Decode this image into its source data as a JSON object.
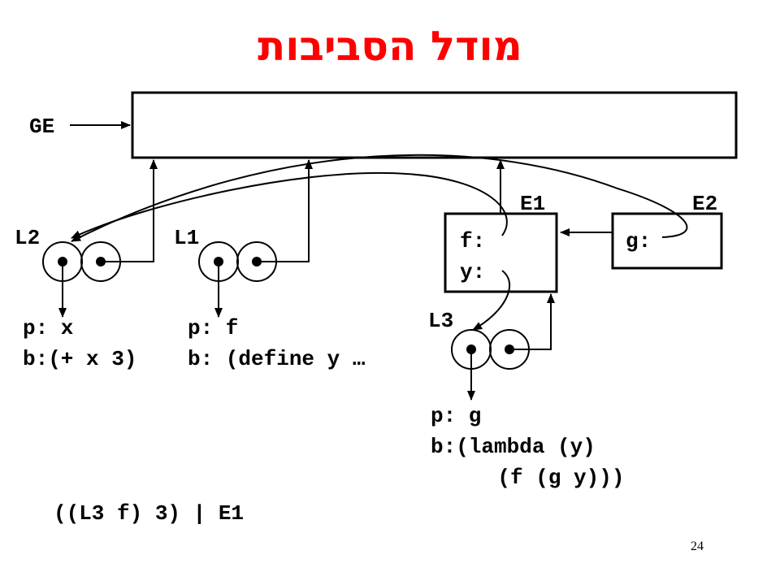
{
  "title": "מודל הסביבות",
  "page_number": "24",
  "labels": {
    "ge": "GE",
    "e1": "E1",
    "e2": "E2",
    "l1": "L1",
    "l2": "L2",
    "l3": "L3"
  },
  "frames": {
    "e1": {
      "bindings": [
        "f:",
        "y:"
      ]
    },
    "e2": {
      "bindings": [
        "g:"
      ]
    }
  },
  "closures": {
    "l2": {
      "params": "p: x",
      "body": "b:(+ x 3)"
    },
    "l1": {
      "params": "p: f",
      "body": "b: (define y …"
    },
    "l3": {
      "params": "p: g",
      "body": "b:(lambda (y)",
      "body2": "    (f (g y)))"
    }
  },
  "expression": "((L3 f) 3) | E1"
}
